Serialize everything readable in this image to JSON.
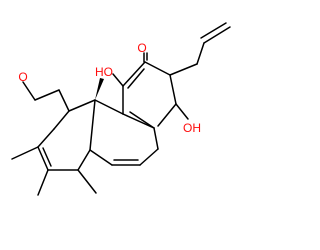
{
  "molecule": {
    "atoms": [
      {
        "id": "o_top",
        "label": "O"
      },
      {
        "id": "oh_left",
        "label": "HO"
      },
      {
        "id": "oh_right",
        "label": "OH"
      },
      {
        "id": "o_ketone",
        "label": "O"
      }
    ],
    "colors": {
      "bond": "#000000",
      "heteroatom": "#ff0d0d",
      "background": "#ffffff"
    }
  }
}
